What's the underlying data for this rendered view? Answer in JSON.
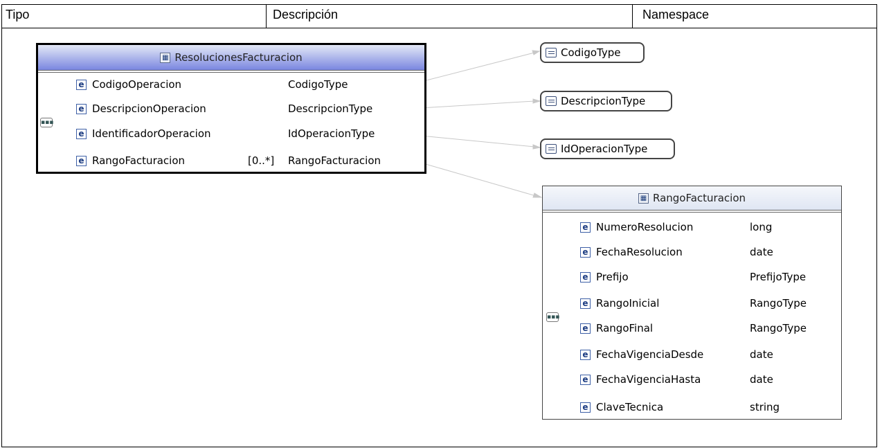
{
  "header": {
    "col1": "Tipo",
    "col2": "Descripción",
    "col3": "Namespace"
  },
  "main_box": {
    "title": "ResolucionesFacturacion",
    "rows": [
      {
        "name": "CodigoOperacion",
        "card": "",
        "type": "CodigoType"
      },
      {
        "name": "DescripcionOperacion",
        "card": "",
        "type": "DescripcionType"
      },
      {
        "name": "IdentificadorOperacion",
        "card": "",
        "type": "IdOperacionType"
      },
      {
        "name": "RangoFacturacion",
        "card": "[0..*]",
        "type": "RangoFacturacion"
      }
    ]
  },
  "type_refs": [
    {
      "label": "CodigoType"
    },
    {
      "label": "DescripcionType"
    },
    {
      "label": "IdOperacionType"
    }
  ],
  "sub_box": {
    "title": "RangoFacturacion",
    "rows": [
      {
        "name": "NumeroResolucion",
        "type": "long"
      },
      {
        "name": "FechaResolucion",
        "type": "date"
      },
      {
        "name": "Prefijo",
        "type": "PrefijoType"
      },
      {
        "name": "RangoInicial",
        "type": "RangoType"
      },
      {
        "name": "RangoFinal",
        "type": "RangoType"
      },
      {
        "name": "FechaVigenciaDesde",
        "type": "date"
      },
      {
        "name": "FechaVigenciaHasta",
        "type": "date"
      },
      {
        "name": "ClaveTecnica",
        "type": "string"
      }
    ]
  },
  "icons": {
    "element": "e",
    "sequence": "▪▪▪"
  },
  "colors": {
    "title_gradient_top": "#e3e8f6",
    "title_gradient_bottom": "#7a86e0",
    "badge": "#3d5fa6"
  }
}
